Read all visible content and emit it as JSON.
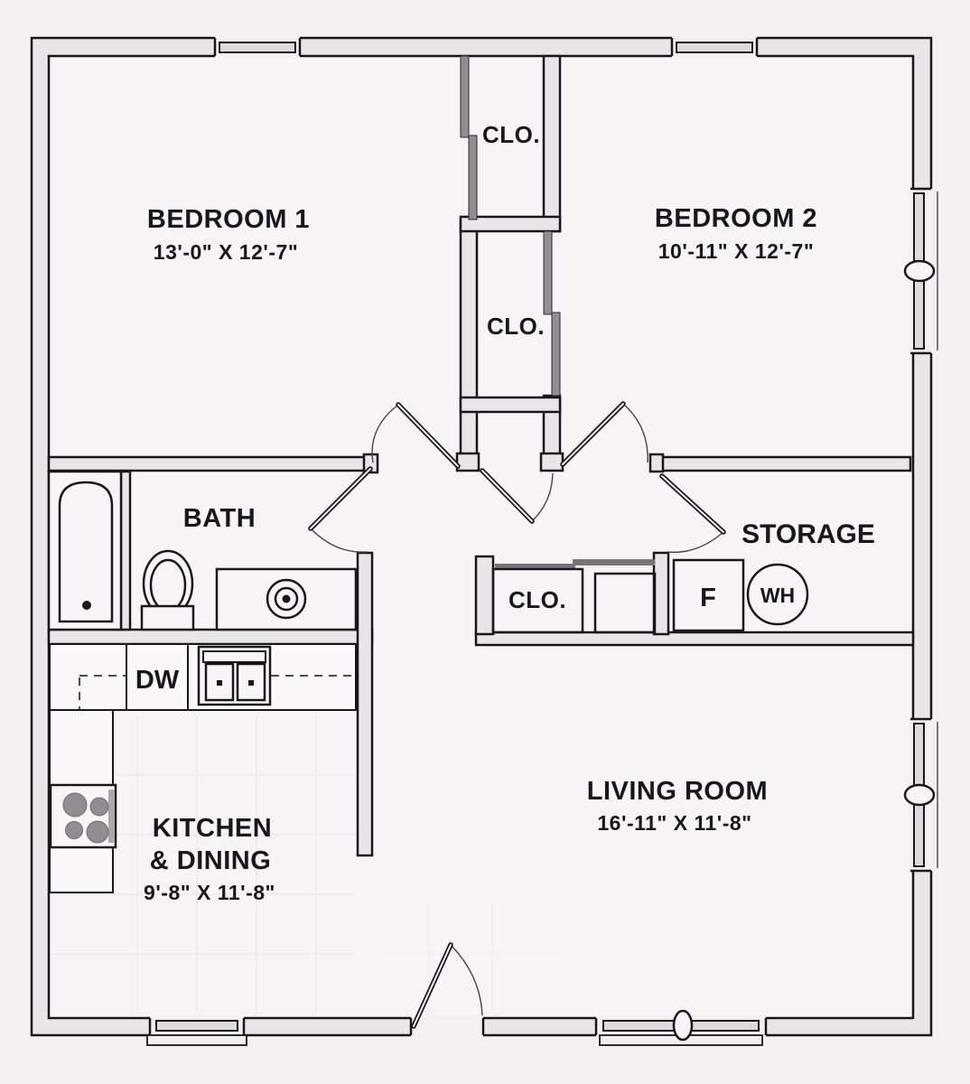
{
  "rooms": {
    "bedroom1": {
      "name": "BEDROOM 1",
      "dims": "13'-0\" X 12'-7\""
    },
    "bedroom2": {
      "name": "BEDROOM 2",
      "dims": "10'-11\" X 12'-7\""
    },
    "bath": {
      "name": "BATH"
    },
    "storage": {
      "name": "STORAGE"
    },
    "kitchen": {
      "name_line1": "KITCHEN",
      "name_line2": "& DINING",
      "dims": "9'-8\" X 11'-8\""
    },
    "living": {
      "name": "LIVING ROOM",
      "dims": "16'-11\" X 11'-8\""
    }
  },
  "closets": {
    "bedroom1_closet": "CLO.",
    "bedroom2_closet": "CLO.",
    "hall_closet": "CLO."
  },
  "fixtures": {
    "dishwasher": "DW",
    "furnace": "F",
    "water_heater": "WH"
  },
  "colors": {
    "background": "#f3f0f1",
    "interior": "#f6f4f5",
    "wall_fill": "#e9e6e8",
    "wall_line": "#17171c",
    "door_panel": "#908e92"
  }
}
